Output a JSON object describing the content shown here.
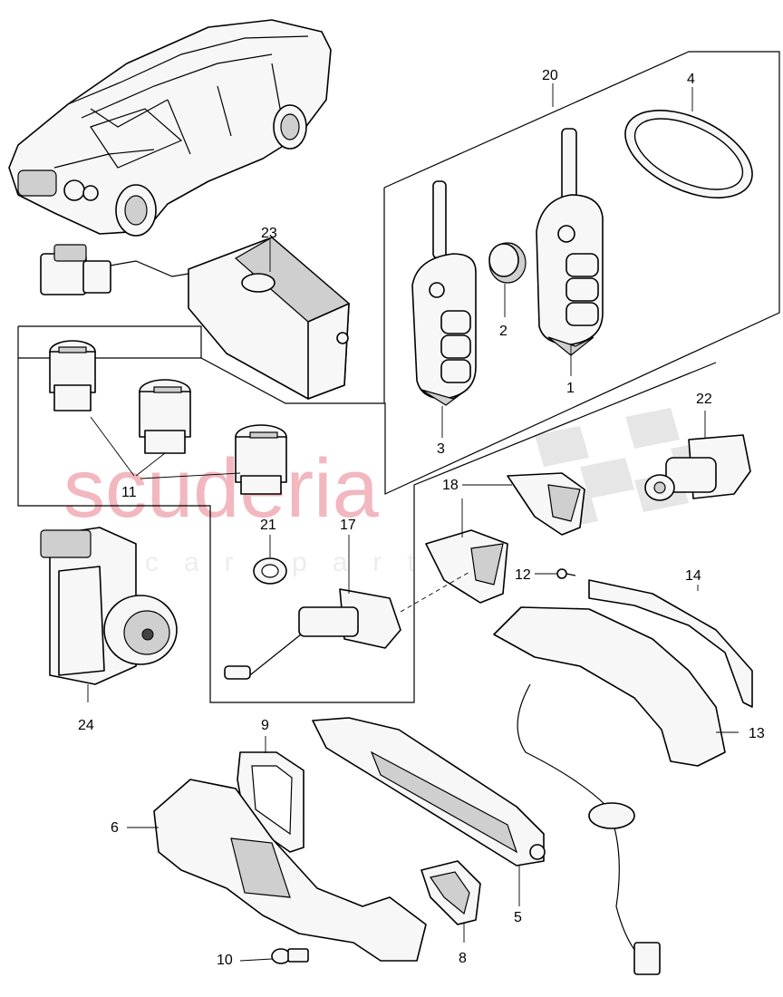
{
  "watermark": {
    "main": "scuderia",
    "sub": "car parts"
  },
  "labels": {
    "l1": "1",
    "l2": "2",
    "l3": "3",
    "l4": "4",
    "l5": "5",
    "l6": "6",
    "l8": "8",
    "l9": "9",
    "l10": "10",
    "l11": "11",
    "l12": "12",
    "l13": "13",
    "l14": "14",
    "l17": "17",
    "l18": "18",
    "l20": "20",
    "l21": "21",
    "l22": "22",
    "l23": "23",
    "l24": "24"
  },
  "colors": {
    "line": "#000000",
    "watermark": "#f2b7bf",
    "checker": "#e6e6e6"
  }
}
